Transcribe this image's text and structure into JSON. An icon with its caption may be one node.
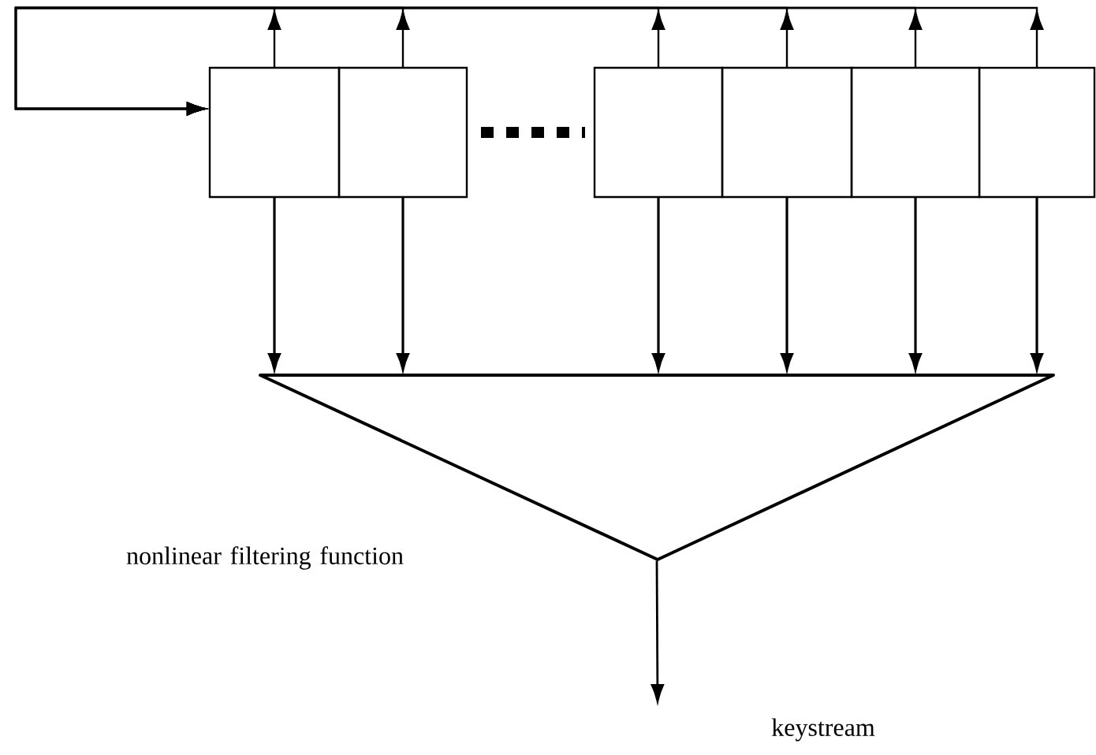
{
  "diagram": {
    "nodes": [
      {
        "text": [],
        "shape": "box"
      },
      {
        "text": [],
        "shape": "box"
      },
      {
        "text": [],
        "shape": "box"
      },
      {
        "text": [],
        "shape": "box"
      },
      {
        "text": [],
        "shape": "box"
      },
      {
        "text": [],
        "shape": "box"
      },
      {
        "text": [],
        "shape": "triangle",
        "beside": [
          "nonlinear filtering function"
        ]
      }
    ],
    "edges": [
      {
        "from": 0,
        "to": 0,
        "arrow": "to"
      },
      {
        "from": 1,
        "to": 0,
        "arrow": "to"
      },
      {
        "from": 2,
        "to": 0,
        "arrow": "to"
      },
      {
        "from": 3,
        "to": 0,
        "arrow": "to"
      },
      {
        "from": 4,
        "to": 0,
        "arrow": "to"
      },
      {
        "from": 5,
        "to": 0,
        "arrow": "to"
      },
      {
        "from": 0,
        "to": 6,
        "arrow": "to"
      },
      {
        "from": 1,
        "to": 6,
        "arrow": "to"
      },
      {
        "from": 2,
        "to": 6,
        "arrow": "to"
      },
      {
        "from": 3,
        "to": 6,
        "arrow": "to"
      },
      {
        "from": 4,
        "to": 6,
        "arrow": "to"
      },
      {
        "from": 5,
        "to": 6,
        "arrow": "to"
      },
      {
        "from": 6,
        "to": null,
        "arrow": "to",
        "label": "keystream"
      }
    ]
  }
}
